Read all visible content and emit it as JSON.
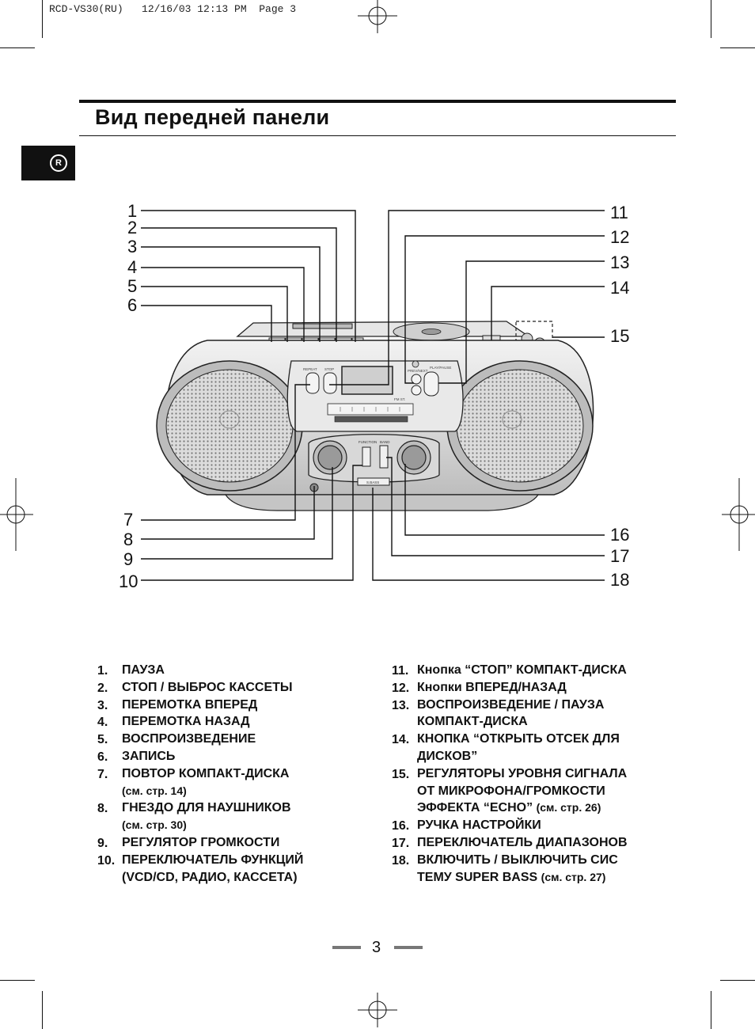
{
  "print_header": "RCD-VS30(RU)   12/16/03 12:13 PM  Page 3",
  "title": "Вид передней панели",
  "language_tab": "R",
  "callouts": {
    "c1": "1",
    "c2": "2",
    "c3": "3",
    "c4": "4",
    "c5": "5",
    "c6": "6",
    "c7": "7",
    "c8": "8",
    "c9": "9",
    "c10": "10",
    "c11": "11",
    "c12": "12",
    "c13": "13",
    "c14": "14",
    "c15": "15",
    "c16": "16",
    "c17": "17",
    "c18": "18"
  },
  "device_labels": {
    "repeat": "REPEAT",
    "stop": "STOP",
    "prev_next": "PREV/NEXT",
    "play_pause": "PLAY/PAUSE",
    "fm_st": "FM ST.",
    "function": "FUNCTION",
    "band": "BAND",
    "bass": "S.BASS"
  },
  "left_list": [
    {
      "num": "1.",
      "text": "ПАУЗА",
      "note": ""
    },
    {
      "num": "2.",
      "text": "СТОП / ВЫБРОС КАССЕТЫ",
      "note": ""
    },
    {
      "num": "3.",
      "text": "ПЕРЕМОТКА ВПЕРЕД",
      "note": ""
    },
    {
      "num": "4.",
      "text": "ПЕРЕМОТКА НАЗАД",
      "note": ""
    },
    {
      "num": "5.",
      "text": "ВОСПРОИЗВЕДЕНИЕ",
      "note": ""
    },
    {
      "num": "6.",
      "text": "ЗАПИСЬ",
      "note": ""
    },
    {
      "num": "7.",
      "text": "ПОВТОР КОМПАКТ-ДИСКА",
      "note": "(см. стр. 14)"
    },
    {
      "num": "8.",
      "text": "ГНЕЗДО ДЛЯ НАУШНИКОВ",
      "note": "(см. стр. 30)"
    },
    {
      "num": "9.",
      "text": "РЕГУЛЯТОР ГРОМКОСТИ",
      "note": ""
    },
    {
      "num": "10.",
      "text": "ПЕРЕКЛЮЧАТЕЛЬ ФУНКЦИЙ",
      "text2": "(VCD/CD, РАДИО, КАССЕТА)"
    }
  ],
  "right_list": [
    {
      "num": "11.",
      "line1": "Кнопка “СТОП” КОМПАКТ-ДИСКА"
    },
    {
      "num": "12.",
      "line1": "Кнопки ВПЕРЕД/НАЗАД"
    },
    {
      "num": "13.",
      "line1": "ВОСПРОИЗВЕДЕНИЕ / ПАУЗА",
      "line2": "КОМПАКТ-ДИСКА"
    },
    {
      "num": "14.",
      "line1": "КНОПКА “ОТКРЫТЬ ОТСЕК ДЛЯ",
      "line2": "ДИСКОВ”"
    },
    {
      "num": "15.",
      "line1": "РЕГУЛЯТОРЫ УРОВНЯ СИГНАЛА",
      "line2": "ОТ МИКРОФОНА/ГРОМКОСТИ",
      "line3": "ЭФФЕКТА “ECHO”",
      "note": "(см. стр. 26)"
    },
    {
      "num": "16.",
      "line1": "РУЧКА НАСТРОЙКИ"
    },
    {
      "num": "17.",
      "line1": "ПЕРЕКЛЮЧАТЕЛЬ ДИАПАЗОНОВ"
    },
    {
      "num": "18.",
      "line1": "ВКЛЮЧИТЬ / ВЫКЛЮЧИТЬ СИС",
      "line2": "ТЕМУ SUPER BASS",
      "note": "(см. стр. 27)"
    }
  ],
  "page_number": "3"
}
